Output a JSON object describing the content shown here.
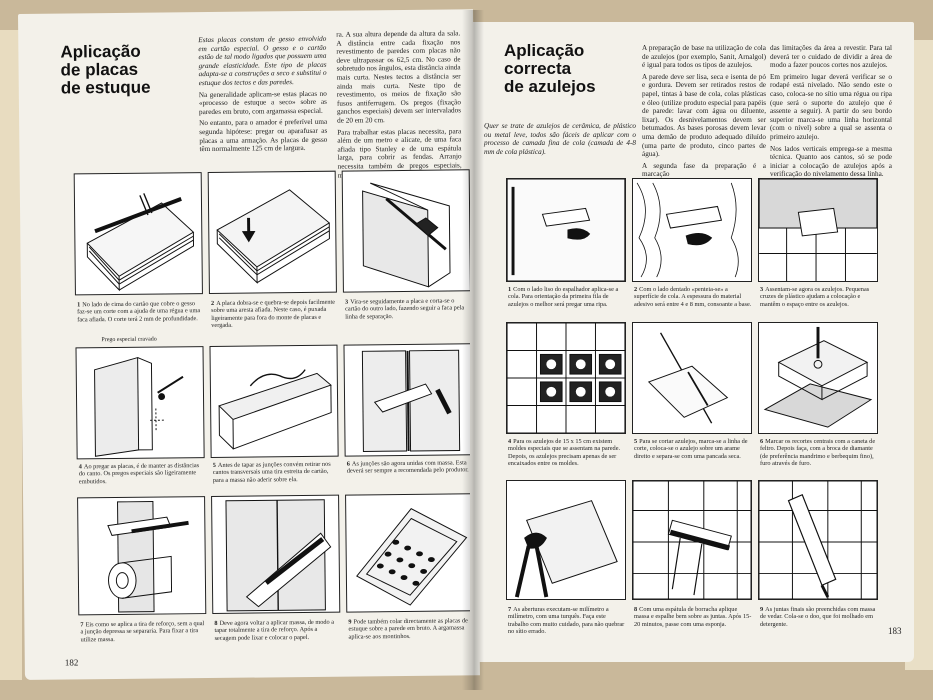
{
  "left_page": {
    "title_lines": [
      "Aplicação",
      "de placas",
      "de estuque"
    ],
    "col1": [
      "Estas placas constam de gesso envolvido em cartão especial. O gesso e o cartão estão de tal modo ligados que possuem uma grande elasticidade. Este tipo de placas adapta-se a construções a seco e substitui o estuque dos tectos e das paredes.",
      "Na generalidade aplicam-se estas placas no «processo de estuque a seco» sobre as paredes em bruto, com argamassa especial.",
      "No entanto, para o amador é preferível uma segunda hipótese: pregar ou aparafusar as placas a uma armação. As placas de gesso têm normalmente 125 cm de largura."
    ],
    "col2": [
      "ra. A sua altura depende da altura da sala. A distância entre cada fixação nos revestimento de paredes com placas não deve ultrapassar os 62,5 cm. No caso de sobretudo nos ângulos, esta distância ainda mais curta. Nestes tectos a distância ser ainda mais curta. Neste tipo de revestimento, os meios de fixação são fusos antiferrugem. Os pregos (fixação ganchos especiais) devem ser intervalados de 20 em 20 cm.",
      "Para trabalhar estas placas necessita, para além de um metro e alicate, de uma faca afiada tipo Stanley e de uma espátula larga, para cobrir as fendas. Arranjo necessita também de pregos especiais, massa e tiras de reforço."
    ],
    "label_prego": "Prego especial cravado",
    "captions": [
      {
        "n": "1",
        "text": "No lado de cima do cartão que cobre o gesso faz-se um corte com a ajuda de uma régua e uma faca afiada. O corte terá 2 mm de profundidade."
      },
      {
        "n": "2",
        "text": "A placa dobra-se e quebra-se depois facilmente sobre uma aresta afiada. Neste caso, é puxada ligeiramente para fora do monte de placas e vergada."
      },
      {
        "n": "3",
        "text": "Vira-se seguidamente a placa e corta-se o cartão do outro lado, fazendo seguir a faca pela linha de separação."
      },
      {
        "n": "4",
        "text": "Ao pregar as placas, é de manter as distâncias do canto. Os pregos especiais são ligeiramente embutidos."
      },
      {
        "n": "5",
        "text": "Antes de tapar as junções convém retirar nos cantos transversais uma tira estreita de cartão, para a massa não aderir sobre ela."
      },
      {
        "n": "6",
        "text": "As junções são agora unidas com massa. Esta deverá ser sempre a recomendada pelo produtor."
      },
      {
        "n": "7",
        "text": "Eis como se aplica a tira de reforço, sem a qual a junção depressa se separaria. Para fixar a tira utilize massa."
      },
      {
        "n": "8",
        "text": "Deve agora voltar a aplicar massa, de modo a tapar totalmente a tira de reforço. Após a secagem pode lixar e colocar o papel."
      },
      {
        "n": "9",
        "text": "Pode também colar directamente as placas de estuque sobre a parede em bruto. A argamassa aplica-se aos montinhos."
      }
    ],
    "page_number": "182"
  },
  "right_page": {
    "title_lines": [
      "Aplicação",
      "correcta",
      "de azulejos"
    ],
    "intro_italic": "Quer se trate de azulejos de cerâmica, de plástico ou metal leve, todos são fáceis de aplicar com o processo de camada fina de cola (camada de 4-8 mm de cola plástica).",
    "col1": [
      "A preparação de base na utilização de cola de azulejos (por exemplo, Sanit, Arnalgol) é igual para todos os tipos de azulejos.",
      "A parede deve ser lisa, seca e isenta de pó e gordura. Devem ser retirados restos de papel, tintas à base de cola, colas plásticas e óleo (utilize produto especial para papéis de parede: lavar com água ou diluente, lixar). Os desnivelamentos devem ser betumados. As bases porosas devem levar uma demão de produto adequado diluído (uma parte de produto, cinco partes de água).",
      "A segunda fase da preparação é a marcação"
    ],
    "col2": [
      "das limitações da área a revestir. Para tal deverá ter o cuidado de dividir a área de modo a fazer poucos cortes nos azulejos.",
      "Em primeiro lugar deverá verificar se o rodapé está nivelado. Não sendo este o caso, coloca-se no sítio uma régua ou ripa (que será o suporte do azulejo que é assente a seguir). A partir do seu bordo superior marca-se uma linha horizontal (com o nível) sobre a qual se assenta o primeiro azulejo.",
      "Nos lados verticais emprega-se a mesma técnica. Quanto aos cantos, só se pode iniciar a colocação de azulejos após a verificação do nivelamento dessa linha."
    ],
    "captions": [
      {
        "n": "1",
        "text": "Com o lado liso do espalhador aplica-se a cola. Para orientação da primeira fila de azulejos o melhor será pregar uma ripa."
      },
      {
        "n": "2",
        "text": "Com o lado dentado «penteia-se» a superfície de cola. A espessura do material adesivo será entre 4 e 8 mm, consoante a base."
      },
      {
        "n": "3",
        "text": "Assentam-se agora os azulejos. Pequenas cruzes de plástico ajudam a colocação e mantêm o espaço entre os azulejos."
      },
      {
        "n": "4",
        "text": "Para os azulejos de 15 x 15 cm existem moldes especiais que se assentam na parede. Depois, os azulejos precisam apenas de ser encaixados entre os moldes."
      },
      {
        "n": "5",
        "text": "Para se cortar azulejos, marca-se a linha de corte, coloca-se o azulejo sobre um arame direito e separa-se com uma pancada seca."
      },
      {
        "n": "6",
        "text": "Marcar os recortes centrais com a caneta de feltro. Depois faça, com a broca de diamante (de preferência mandrimo e berbequim fino), furo através de furo."
      },
      {
        "n": "7",
        "text": "As aberturas executam-se milímetro a milímetro, com uma turquês. Faça este trabalho com muito cuidado, para não quebrar no sítio errado."
      },
      {
        "n": "8",
        "text": "Com uma espátula de borracha aplique massa e espalhe bem sobre as juntas. Após 15-20 minutos, passe com uma esponja."
      },
      {
        "n": "9",
        "text": "As juntas finais são preenchidas com massa de vedar. Cola-se o doo, que foi molhado em detergente."
      }
    ],
    "page_number": "183"
  }
}
